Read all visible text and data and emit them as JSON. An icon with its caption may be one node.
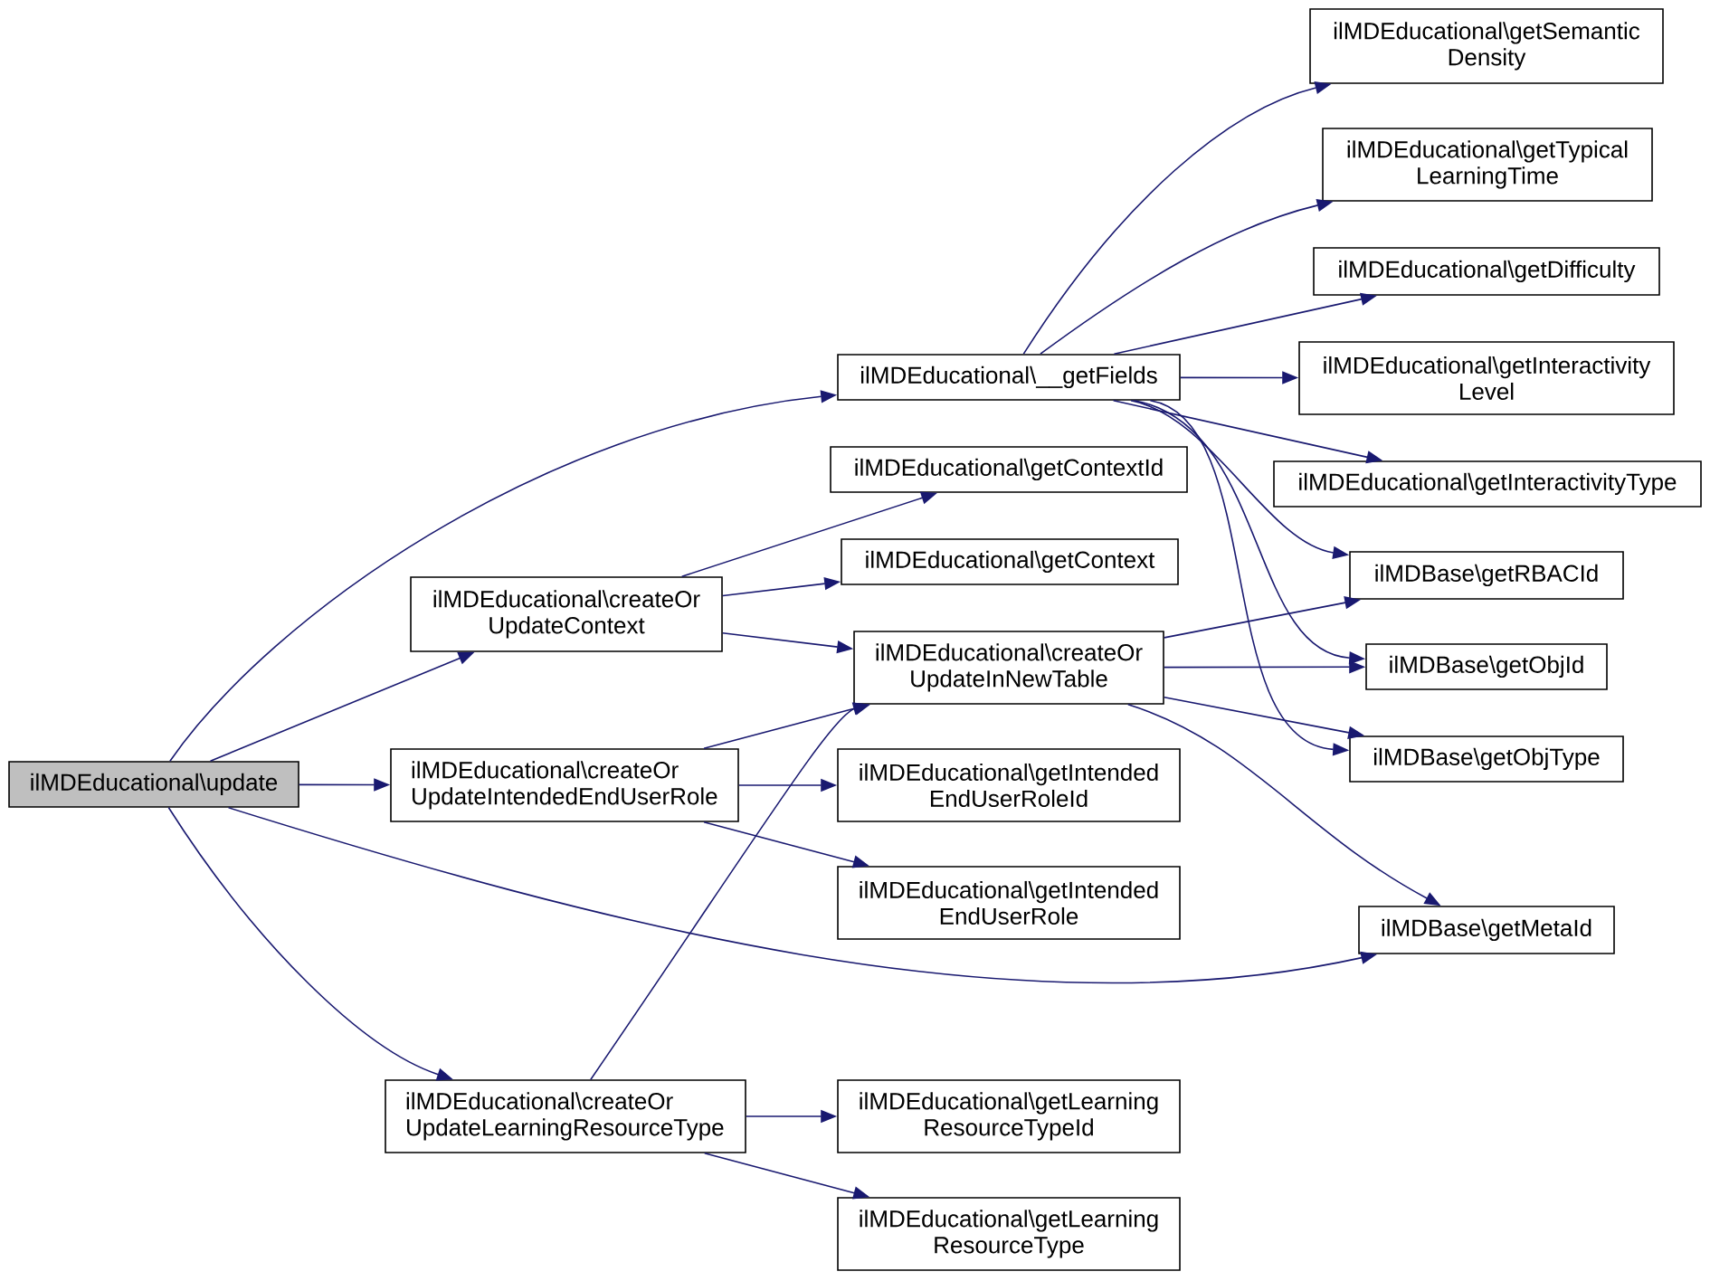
{
  "diagram": {
    "nodes": [
      {
        "text": [
          "ilMDEducational\\update"
        ]
      },
      {
        "text": [
          "ilMDEducational\\__getFields"
        ]
      },
      {
        "text": [
          "ilMDEducational\\createOr UpdateContext"
        ]
      },
      {
        "text": [
          "ilMDEducational\\createOr UpdateIntendedEndUserRole"
        ]
      },
      {
        "text": [
          "ilMDEducational\\createOr UpdateLearningResourceType"
        ]
      },
      {
        "text": [
          "ilMDEducational\\getSemantic Density"
        ]
      },
      {
        "text": [
          "ilMDEducational\\getTypical LearningTime"
        ]
      },
      {
        "text": [
          "ilMDEducational\\getDifficulty"
        ]
      },
      {
        "text": [
          "ilMDEducational\\getInteractivity Level"
        ]
      },
      {
        "text": [
          "ilMDEducational\\getInteractivityType"
        ]
      },
      {
        "text": [
          "ilMDEducational\\getContextId"
        ]
      },
      {
        "text": [
          "ilMDEducational\\getContext"
        ]
      },
      {
        "text": [
          "ilMDEducational\\createOr UpdateInNewTable"
        ]
      },
      {
        "text": [
          "ilMDBase\\getRBACId"
        ]
      },
      {
        "text": [
          "ilMDBase\\getObjId"
        ]
      },
      {
        "text": [
          "ilMDBase\\getObjType"
        ]
      },
      {
        "text": [
          "ilMDEducational\\getIntended EndUserRoleId"
        ]
      },
      {
        "text": [
          "ilMDEducational\\getIntended EndUserRole"
        ]
      },
      {
        "text": [
          "ilMDBase\\getMetaId"
        ]
      },
      {
        "text": [
          "ilMDEducational\\getLearning ResourceTypeId"
        ]
      },
      {
        "text": [
          "ilMDEducational\\getLearning ResourceType"
        ]
      }
    ],
    "edges": [
      {
        "from": 0,
        "to": 1,
        "arrow": "to"
      },
      {
        "from": 0,
        "to": 2,
        "arrow": "to"
      },
      {
        "from": 0,
        "to": 3,
        "arrow": "to"
      },
      {
        "from": 0,
        "to": 4,
        "arrow": "to"
      },
      {
        "from": 0,
        "to": 18,
        "arrow": "to"
      },
      {
        "from": 1,
        "to": 5,
        "arrow": "to"
      },
      {
        "from": 1,
        "to": 6,
        "arrow": "to"
      },
      {
        "from": 1,
        "to": 7,
        "arrow": "to"
      },
      {
        "from": 1,
        "to": 8,
        "arrow": "to"
      },
      {
        "from": 1,
        "to": 9,
        "arrow": "to"
      },
      {
        "from": 1,
        "to": 13,
        "arrow": "to"
      },
      {
        "from": 1,
        "to": 14,
        "arrow": "to"
      },
      {
        "from": 1,
        "to": 15,
        "arrow": "to"
      },
      {
        "from": 2,
        "to": 10,
        "arrow": "to"
      },
      {
        "from": 2,
        "to": 11,
        "arrow": "to"
      },
      {
        "from": 2,
        "to": 12,
        "arrow": "to"
      },
      {
        "from": 3,
        "to": 12,
        "arrow": "to"
      },
      {
        "from": 3,
        "to": 16,
        "arrow": "to"
      },
      {
        "from": 3,
        "to": 17,
        "arrow": "to"
      },
      {
        "from": 4,
        "to": 12,
        "arrow": "to"
      },
      {
        "from": 4,
        "to": 19,
        "arrow": "to"
      },
      {
        "from": 4,
        "to": 20,
        "arrow": "to"
      },
      {
        "from": 12,
        "to": 13,
        "arrow": "to"
      },
      {
        "from": 12,
        "to": 14,
        "arrow": "to"
      },
      {
        "from": 12,
        "to": 15,
        "arrow": "to"
      },
      {
        "from": 12,
        "to": 18,
        "arrow": "to"
      }
    ]
  }
}
